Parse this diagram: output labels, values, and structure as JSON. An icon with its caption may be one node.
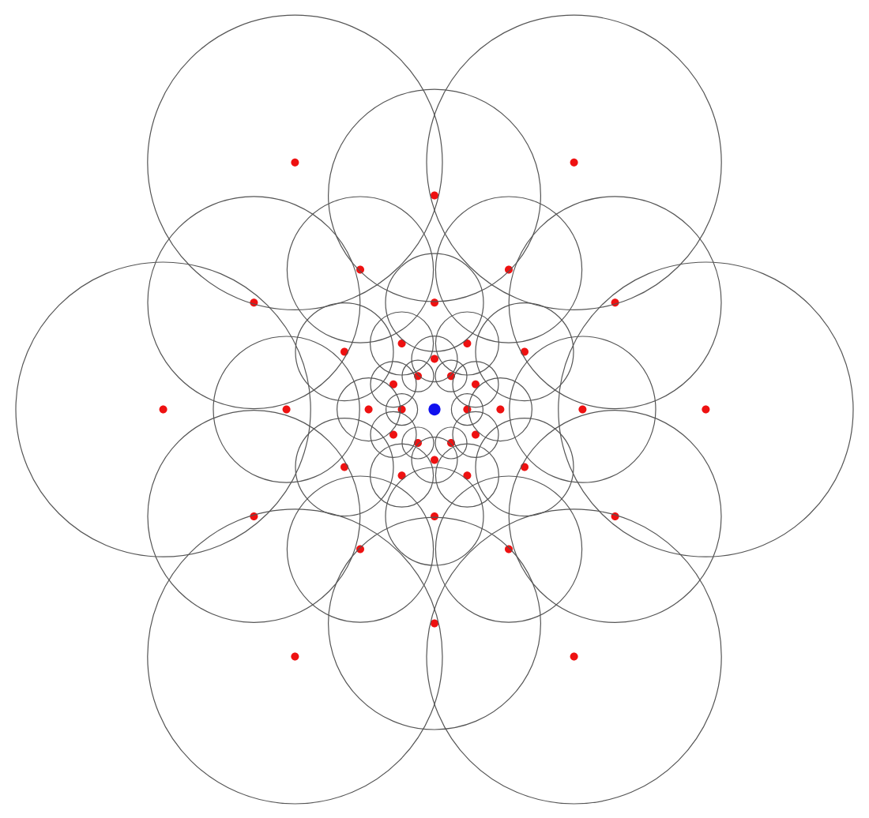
{
  "diagram": {
    "nodes": [
      {
        "text": [],
        "shape": "circle"
      },
      {
        "text": [],
        "shape": "circle"
      },
      {
        "text": [],
        "shape": "circle"
      },
      {
        "text": [],
        "shape": "circle"
      },
      {
        "text": [],
        "shape": "circle"
      },
      {
        "text": [],
        "shape": "circle"
      },
      {
        "text": [],
        "shape": "circle"
      },
      {
        "text": [],
        "shape": "circle"
      },
      {
        "text": [],
        "shape": "circle"
      },
      {
        "text": [],
        "shape": "circle"
      },
      {
        "text": [],
        "shape": "circle"
      },
      {
        "text": [],
        "shape": "circle"
      },
      {
        "text": [],
        "shape": "circle"
      },
      {
        "text": [],
        "shape": "circle"
      },
      {
        "text": [],
        "shape": "circle"
      },
      {
        "text": [],
        "shape": "circle"
      },
      {
        "text": [],
        "shape": "circle"
      },
      {
        "text": [],
        "shape": "circle"
      },
      {
        "text": [],
        "shape": "circle"
      },
      {
        "text": [],
        "shape": "circle"
      },
      {
        "text": [],
        "shape": "circle"
      },
      {
        "text": [],
        "shape": "circle"
      },
      {
        "text": [],
        "shape": "circle"
      },
      {
        "text": [],
        "shape": "circle"
      },
      {
        "text": [],
        "shape": "circle"
      },
      {
        "text": [],
        "shape": "circle"
      },
      {
        "text": [],
        "shape": "circle"
      },
      {
        "text": [],
        "shape": "circle"
      },
      {
        "text": [],
        "shape": "circle"
      },
      {
        "text": [],
        "shape": "circle"
      },
      {
        "text": [],
        "shape": "circle"
      },
      {
        "text": [],
        "shape": "circle"
      },
      {
        "text": [],
        "shape": "circle"
      },
      {
        "text": [],
        "shape": "circle"
      },
      {
        "text": [],
        "shape": "circle"
      },
      {
        "text": [],
        "shape": "circle"
      },
      {
        "text": [],
        "shape": "circle"
      },
      {
        "text": [],
        "shape": "circle"
      },
      {
        "text": [],
        "shape": "circle"
      },
      {
        "text": [],
        "shape": "circle"
      },
      {
        "text": [],
        "shape": "circle"
      },
      {
        "text": [],
        "shape": "circle"
      }
    ]
  }
}
